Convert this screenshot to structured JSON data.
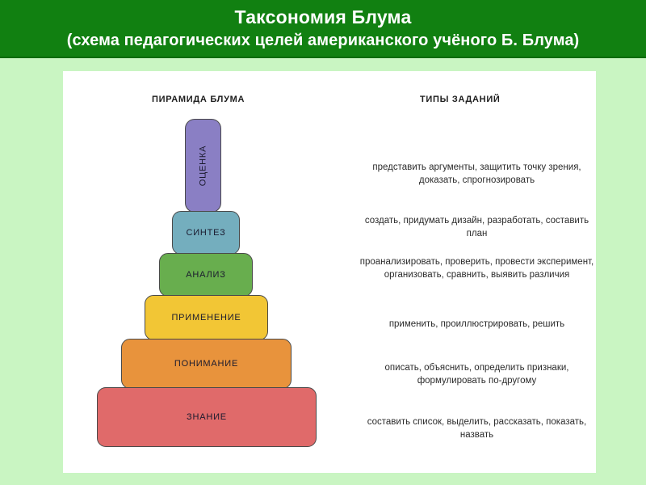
{
  "header": {
    "title_main": "Таксономия Блума",
    "title_sub": "(схема педагогических целей американского учёного Б. Блума)",
    "background_color": "#118011",
    "text_color": "#ffffff"
  },
  "page": {
    "background_color": "#c9f5c2",
    "card_background_color": "#ffffff"
  },
  "columns": {
    "pyramid_heading": "ПИРАМИДА БЛУМА",
    "tasks_heading": "ТИПЫ ЗАДАНИЙ"
  },
  "pyramid": {
    "tiers": [
      {
        "level": "ОЦЕНКА",
        "color": "#8a7fc4",
        "orientation": "vertical",
        "tasks": "представить аргументы, защитить точку зрения, доказать, спрогнозировать"
      },
      {
        "level": "СИНТЕЗ",
        "color": "#74aebe",
        "orientation": "horizontal",
        "tasks": "создать, придумать дизайн, разработать, составить план"
      },
      {
        "level": "АНАЛИЗ",
        "color": "#68ae4e",
        "orientation": "horizontal",
        "tasks": "проанализировать, проверить, провести эксперимент, организовать, сравнить, выявить различия"
      },
      {
        "level": "ПРИМЕНЕНИЕ",
        "color": "#f2c635",
        "orientation": "horizontal",
        "tasks": "применить, проиллюстрировать, решить"
      },
      {
        "level": "ПОНИМАНИЕ",
        "color": "#e8933c",
        "orientation": "horizontal",
        "tasks": "описать, объяснить, определить признаки, формулировать по-другому"
      },
      {
        "level": "ЗНАНИЕ",
        "color": "#e06a6a",
        "orientation": "horizontal",
        "tasks": "составить список, выделить, рассказать, показать, назвать"
      }
    ]
  }
}
